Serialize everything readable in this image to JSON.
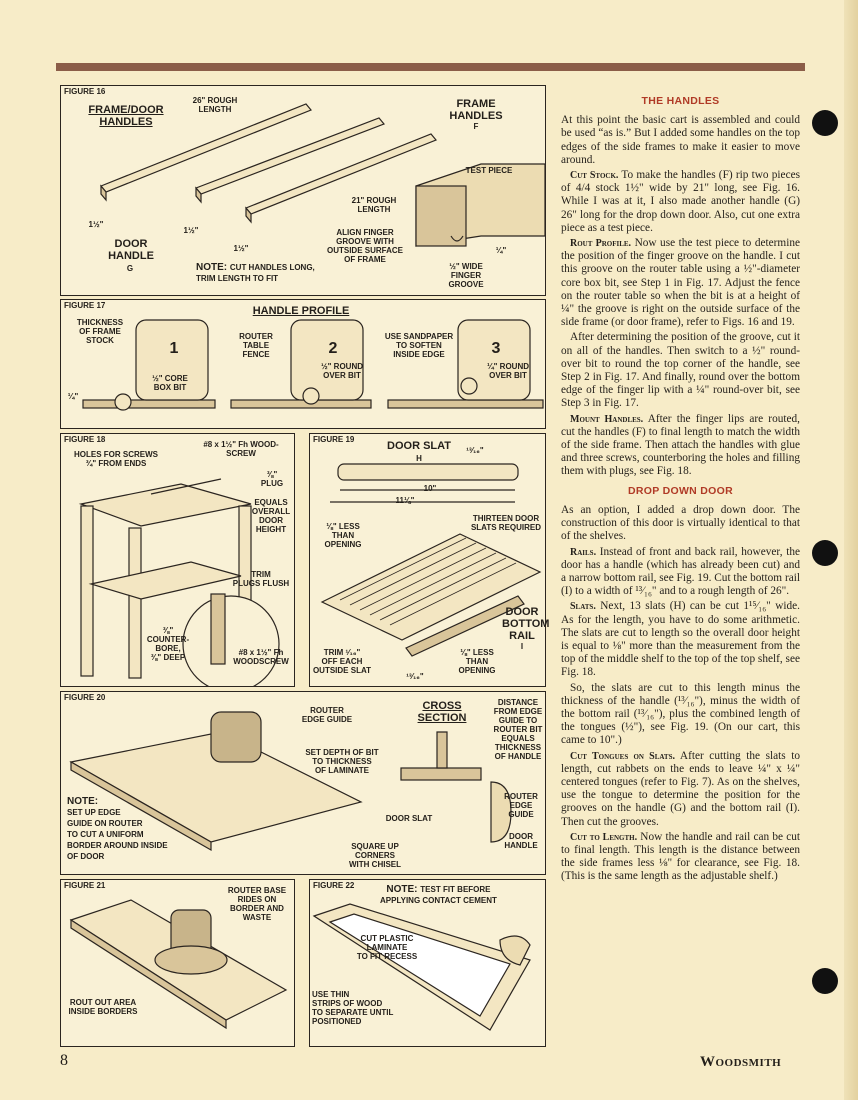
{
  "colors": {
    "accent": "#b03a26",
    "rule": "#8b5d48",
    "paper": "#f7ecc8"
  },
  "fig16": {
    "label": "FIGURE 16",
    "title": "FRAME/DOOR\nHANDLES",
    "rough26": "26\" ROUGH\nLENGTH",
    "frame_handles": "FRAME\nHANDLES",
    "frame_mark": "F",
    "test_piece": "TEST PIECE",
    "rough21": "21\" ROUGH\nLENGTH",
    "align": "ALIGN FINGER\nGROOVE WITH\nOUTSIDE SURFACE\nOF FRAME",
    "door_handle": "DOOR\nHANDLE",
    "door_mark": "G",
    "w1": "1½\"",
    "w2": "1½\"",
    "w3": "1½\"",
    "quarter": "¼\"",
    "half_groove": "½\" WIDE\nFINGER\nGROOVE",
    "note_head": "NOTE:",
    "note_body": "CUT HANDLES LONG,\nTRIM LENGTH TO FIT"
  },
  "fig17": {
    "label": "FIGURE 17",
    "title": "HANDLE PROFILE",
    "thickness": "THICKNESS\nOF FRAME\nSTOCK",
    "step1": "1",
    "step2": "2",
    "step3": "3",
    "core": "½\" CORE\nBOX BIT",
    "router_fence": "ROUTER\nTABLE\nFENCE",
    "roundover_half": "½\" ROUND\nOVER BIT",
    "sandpaper": "USE SANDPAPER\nTO SOFTEN\nINSIDE EDGE",
    "roundover_quarter": "¼\" ROUND\nOVER BIT",
    "dim": "¼\""
  },
  "fig18": {
    "label": "FIGURE 18",
    "holes": "HOLES FOR SCREWS\n¾\" FROM ENDS",
    "screw": "#8 x 1½\" Fh WOOD-\nSCREW",
    "plug": "⅜\"\nPLUG",
    "equals": "EQUALS\nOVERALL\nDOOR\nHEIGHT",
    "trim": "TRIM\nPLUGS FLUSH",
    "counterbore": "⅜\"\nCOUNTER-\nBORE,\n⅜\" DEEP",
    "woodscrew": "#8 x 1½\" Fh\nWOODSCREW"
  },
  "fig19": {
    "label": "FIGURE 19",
    "title": "DOOR SLAT",
    "mark": "H",
    "d1": "¹³⁄₁₆\"",
    "d10": "10\"",
    "d11": "11⅛\"",
    "less_opening": "⅛\" LESS\nTHAN\nOPENING",
    "thirteen": "THIRTEEN DOOR\nSLATS REQUIRED",
    "bottom_rail": "DOOR\nBOTTOM\nRAIL",
    "rail_mark": "I",
    "trim_slat": "TRIM ¹⁄₁₆\"\nOFF EACH\nOUTSIDE SLAT",
    "less_opening2": "⅛\" LESS\nTHAN\nOPENING",
    "d_small": "¹³⁄₁₆\""
  },
  "fig20": {
    "label": "FIGURE 20",
    "edge_guide": "ROUTER\nEDGE GUIDE",
    "cross": "CROSS SECTION",
    "distance": "DISTANCE\nFROM EDGE\nGUIDE TO\nROUTER BIT\nEQUALS\nTHICKNESS\nOF HANDLE",
    "depth": "SET DEPTH OF BIT\nTO THICKNESS\nOF LAMINATE",
    "note_head": "NOTE:",
    "note_body": "SET UP EDGE\nGUIDE ON ROUTER\nTO CUT A UNIFORM\nBORDER AROUND INSIDE\nOF DOOR",
    "slat": "DOOR SLAT",
    "edge_guide2": "ROUTER\nEDGE\nGUIDE",
    "handle": "DOOR\nHANDLE",
    "square": "SQUARE UP\nCORNERS\nWITH CHISEL"
  },
  "fig21": {
    "label": "FIGURE 21",
    "base": "ROUTER BASE\nRIDES ON\nBORDER AND\nWASTE",
    "rout": "ROUT OUT AREA\nINSIDE BORDERS"
  },
  "fig22": {
    "label": "FIGURE 22",
    "note_head": "NOTE:",
    "note_body": "TEST FIT BEFORE\nAPPLYING CONTACT CEMENT",
    "cut": "CUT PLASTIC\nLAMINATE\nTO FIT RECESS",
    "strips": "USE THIN\nSTRIPS OF WOOD\nTO SEPARATE UNTIL\nPOSITIONED"
  },
  "article": {
    "h1": "THE HANDLES",
    "p1": "At this point the basic cart is assembled and could be used “as is.” But I added some handles on the top edges of the side frames to make it easier to move around.",
    "p2_lead": "Cut Stock.",
    "p2": " To make the handles (F) rip two pieces of 4/4 stock 1½\" wide by 21\" long, see Fig. 16. While I was at it, I also made another handle (G) 26\" long for the drop down door. Also, cut one extra piece as a test piece.",
    "p3_lead": "Rout Profile.",
    "p3": " Now use the test piece to determine the position of the finger groove on the handle. I cut this groove on the router table using a ½\"-diameter core box bit, see Step 1 in Fig. 17. Adjust the fence on the router table so when the bit is at a height of ¼\" the groove is right on the outside surface of the side frame (or door frame), refer to Figs. 16 and 19.",
    "p4": "After determining the position of the groove, cut it on all of the handles. Then switch to a ½\" round-over bit to round the top corner of the handle, see Step 2 in Fig. 17. And finally, round over the bottom edge of the finger lip with a ¼\" round-over bit, see Step 3 in Fig. 17.",
    "p5_lead": "Mount Handles.",
    "p5": " After the finger lips are routed, cut the handles (F) to final length to match the width of the side frame. Then attach the handles with glue and three screws, counterboring the holes and filling them with plugs, see Fig. 18.",
    "h2": "DROP DOWN DOOR",
    "p6": "As an option, I added a drop down door. The construction of this door is virtually identical to that of the shelves.",
    "p7_lead": "Rails.",
    "p7": " Instead of front and back rail, however, the door has a handle (which has already been cut) and a narrow bottom rail, see Fig. 19. Cut the bottom rail (I) to a width of ¹³⁄₁₆\" and to a rough length of 26\".",
    "p8_lead": "Slats.",
    "p8": " Next, 13 slats (H) can be cut 1¹⁵⁄₁₆\" wide. As for the length, you have to do some arithmetic. The slats are cut to length so the overall door height is equal to ⅛\" more than the measurement from the top of the middle shelf to the top of the top shelf, see Fig. 18.",
    "p9": "So, the slats are cut to this length minus the thickness of the handle (¹³⁄₁₆\"), minus the width of the bottom rail (¹³⁄₁₆\"), plus the combined length of the tongues (½\"), see Fig. 19. (On our cart, this came to 10\".)",
    "p10_lead": "Cut Tongues on Slats.",
    "p10": " After cutting the slats to length, cut rabbets on the ends to leave ¼\" x ¼\" centered tongues (refer to Fig. 7). As on the shelves, use the tongue to determine the position for the grooves on the handle (G) and the bottom rail (I). Then cut the grooves.",
    "p11_lead": "Cut to Length.",
    "p11": " Now the handle and rail can be cut to final length. This length is the distance between the side frames less ⅛\" for clearance, see Fig. 18. (This is the same length as the adjustable shelf.)"
  },
  "footer": {
    "page": "8",
    "magazine": "Woodsmith"
  }
}
